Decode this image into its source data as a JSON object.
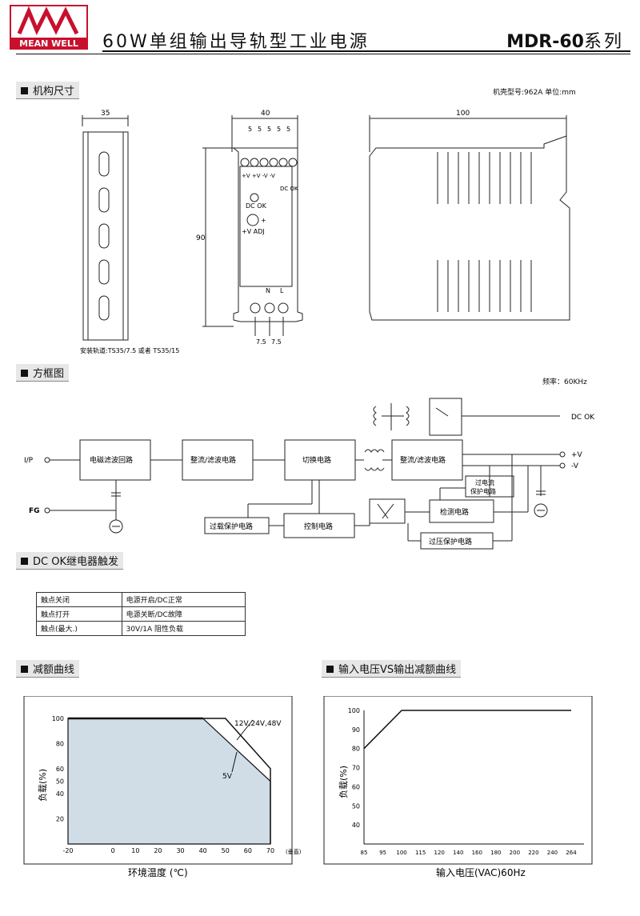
{
  "header": {
    "brand": "MEAN WELL",
    "title": "60W单组输出导轨型工业电源",
    "model": "MDR-60",
    "series": "系列"
  },
  "mech": {
    "section": "机构尺寸",
    "case_info": "机壳型号:962A 单位:mm",
    "rail_note": "安装轨道:TS35/7.5 或者 TS35/15",
    "dim_35": "35",
    "dim_40": "40",
    "dim_100": "100",
    "dim_90": "90",
    "dim_5": "5",
    "dim_7_5": "7.5",
    "term_top": "+V +V -V -V",
    "dc_ok": "DC OK",
    "v_adj": "+V ADJ",
    "plus": "+",
    "n": "N",
    "l": "L"
  },
  "block": {
    "section": "方框图",
    "freq": "频率：60KHz",
    "ip": "I/P",
    "fg": "FG",
    "emi": "电磁滤波回路",
    "rect1": "整流/滤波电路",
    "switch": "切换电路",
    "rect2": "整流/滤波电路",
    "ocp_label1": "过电流",
    "ocp_label2": "保护电路",
    "detect": "检测电路",
    "ovp": "过压保护电路",
    "control": "控制电路",
    "olp": "过载保护电路",
    "dcok": "DC OK",
    "vplus": "+V",
    "vminus": "-V"
  },
  "relay": {
    "section": "DC OK继电器触发",
    "rows": [
      [
        "触点关闭",
        "电源开启/DC正常"
      ],
      [
        "触点打开",
        "电源关断/DC故障"
      ],
      [
        "触点(最大.)",
        "30V/1A 阻性负载"
      ]
    ]
  },
  "derating": {
    "section": "减额曲线",
    "ylabel": "负载(%)",
    "xlabel": "环境温度 (℃)",
    "x_unit": "(垂直)",
    "yticks": [
      "100",
      "80",
      "60",
      "50",
      "40",
      "20"
    ],
    "xticks": [
      "-20",
      "0",
      "10",
      "20",
      "30",
      "40",
      "50",
      "60",
      "70"
    ],
    "label_hi": "12V,24V,48V",
    "label_lo": "5V"
  },
  "inputcurve": {
    "section": "输入电压VS输出减额曲线",
    "ylabel": "负载(%)",
    "xlabel": "输入电压(VAC)60Hz",
    "yticks": [
      "100",
      "90",
      "80",
      "70",
      "60",
      "50",
      "40"
    ],
    "xticks": [
      "85",
      "95",
      "100",
      "115",
      "120",
      "140",
      "160",
      "180",
      "200",
      "220",
      "240",
      "264"
    ]
  },
  "chart_data": [
    {
      "type": "area",
      "title": "减额曲线",
      "xlabel": "环境温度 (℃)",
      "ylabel": "负载(%)",
      "xlim": [
        -20,
        70
      ],
      "ylim": [
        0,
        100
      ],
      "series": [
        {
          "name": "12V,24V,48V",
          "x": [
            -20,
            50,
            70,
            70
          ],
          "y": [
            100,
            100,
            60,
            0
          ]
        },
        {
          "name": "5V",
          "x": [
            -20,
            40,
            70,
            70
          ],
          "y": [
            100,
            100,
            50,
            0
          ]
        }
      ]
    },
    {
      "type": "line",
      "title": "输入电压VS输出减额曲线",
      "xlabel": "输入电压(VAC)60Hz",
      "ylabel": "负载(%)",
      "x": [
        85,
        100,
        264
      ],
      "y": [
        80,
        100,
        100
      ]
    }
  ],
  "colors": {
    "brand": "#c8102e",
    "area_fill": "#d0dde6"
  }
}
